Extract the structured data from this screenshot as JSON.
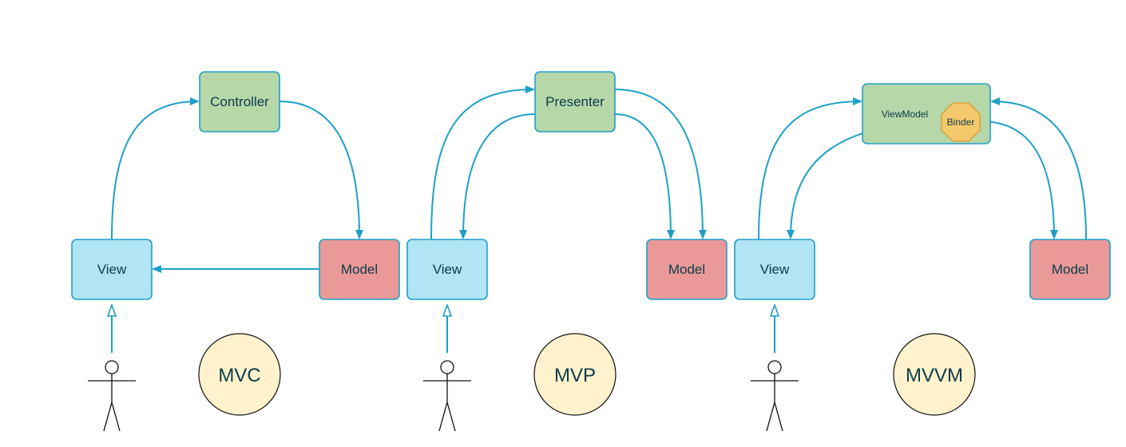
{
  "colors": {
    "view_fill": "#b1e4f4",
    "view_stroke": "#1ea0c8",
    "controller_fill": "#b6d7a8",
    "controller_stroke": "#1ea0c8",
    "model_fill": "#ea9999",
    "model_stroke": "#1ea0c8",
    "badge_fill": "#fff2cc",
    "badge_stroke": "#111111",
    "binder_fill": "#f3c96b",
    "binder_stroke": "#d9a441",
    "edge": "#1ea0c8",
    "text": "#0b3c4a"
  },
  "mvc": {
    "controller_label": "Controller",
    "view_label": "View",
    "model_label": "Model",
    "badge": "MVC"
  },
  "mvp": {
    "presenter_label": "Presenter",
    "view_label": "View",
    "model_label": "Model",
    "badge": "MVP"
  },
  "mvvm": {
    "viewmodel_label": "ViewModel",
    "binder_label": "Binder",
    "view_label": "View",
    "model_label": "Model",
    "badge": "MVVM"
  }
}
